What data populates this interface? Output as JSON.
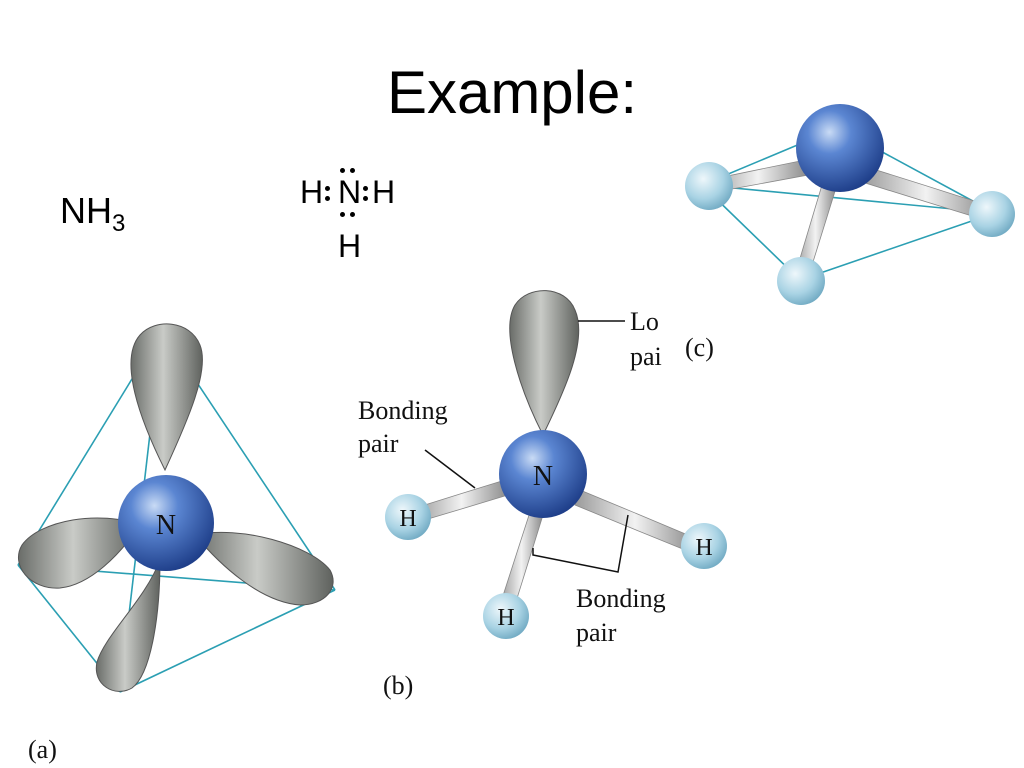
{
  "slide": {
    "title": "Example:",
    "formula": {
      "main": "NH",
      "subscript": "3"
    }
  },
  "lewis_structure": {
    "left_h": "H",
    "center": "N",
    "right_h": "H",
    "bottom_h": "H"
  },
  "diagram_a": {
    "caption": "(a)",
    "center_label": "N"
  },
  "diagram_b": {
    "caption": "(b)",
    "center_label": "N",
    "h_labels": [
      "H",
      "H",
      "H"
    ],
    "lone_pair_label_1": "Lo",
    "lone_pair_label_2": "pai",
    "bonding_pair_top_1": "Bonding",
    "bonding_pair_top_2": "pair",
    "bonding_pair_bottom_1": "Bonding",
    "bonding_pair_bottom_2": "pair"
  },
  "diagram_c": {
    "caption": "(c)"
  },
  "colors": {
    "nitrogen": "#3b63b5",
    "hydrogen": "#a9d3e4",
    "lobe": "#8a8d88",
    "tetra_edge": "#2b9fb3"
  }
}
